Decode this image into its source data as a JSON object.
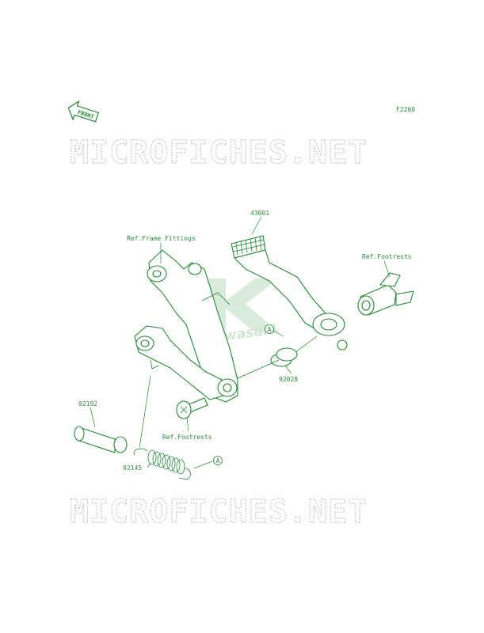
{
  "diagram": {
    "code": "F2260",
    "watermark": "MICROFICHES.NET",
    "front_arrow_text": "FRONT",
    "brand_text": "Kawasaki",
    "labels": {
      "part_43001": "43001",
      "ref_frame_fittings": "Ref.Frame Fittings",
      "ref_footrests_top": "Ref.Footrests",
      "ref_footrests_bottom": "Ref.Footrests",
      "part_92028": "92028",
      "part_92192": "92192",
      "part_92145": "92145",
      "callout_a_1": "A",
      "callout_a_2": "A"
    },
    "colors": {
      "line": "#1f8a30",
      "label": "#2a8a3a",
      "watermark": "#c9c9c9",
      "logo": "#cfe6d2"
    }
  }
}
